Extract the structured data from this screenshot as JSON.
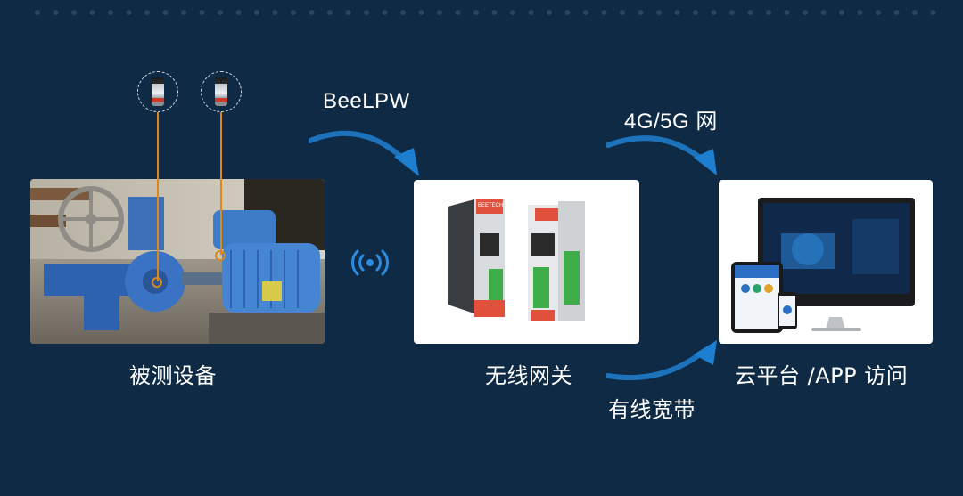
{
  "labels": {
    "device_under_test": "被测设备",
    "wireless_gateway": "无线网关",
    "cloud_app": "云平台 /APP 访问",
    "protocol": "BeeLPW",
    "mobile_network": "4G/5G 网",
    "wired_broadband": "有线宽带"
  },
  "gateway_brand": "BEETECH",
  "icons": {
    "wireless": "wireless-signal-icon",
    "arrow": "curved-arrow-icon",
    "sensor": "vibration-sensor-icon"
  },
  "colors": {
    "background": "#0f2a44",
    "arrow": "#1e7fd0",
    "sensor_line": "#d8891a",
    "pump": "#2d62b0"
  }
}
